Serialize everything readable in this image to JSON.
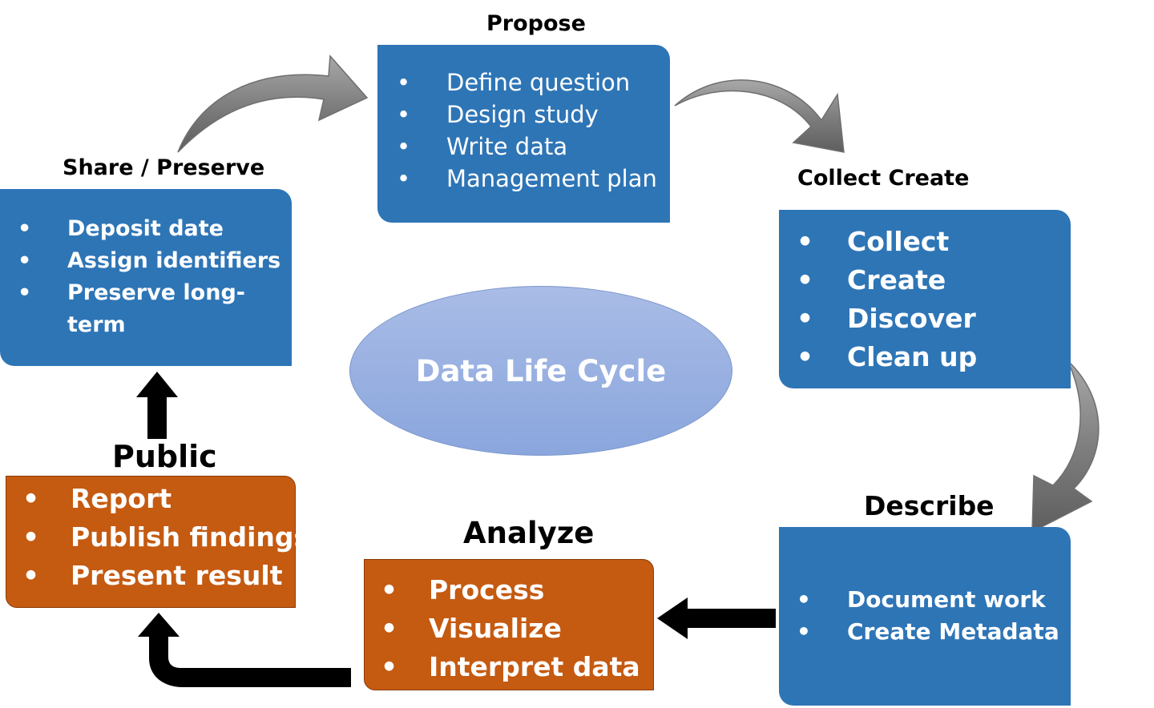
{
  "center": {
    "label": "Data Life Cycle"
  },
  "stages": {
    "propose": {
      "title": "Propose",
      "items": [
        "Define question",
        "Design study",
        "Write data",
        "Management plan"
      ]
    },
    "collect": {
      "title": "Collect Create",
      "items": [
        "Collect",
        "Create",
        "Discover",
        "Clean up"
      ]
    },
    "describe": {
      "title": "Describe",
      "items": [
        "Document work",
        "Create Metadata"
      ]
    },
    "analyze": {
      "title": "Analyze",
      "items": [
        "Process",
        "Visualize",
        "Interpret data"
      ]
    },
    "public": {
      "title": "Public",
      "items": [
        "Report",
        "Publish findings",
        "Present result"
      ]
    },
    "share": {
      "title": "Share / Preserve",
      "items": [
        "Deposit date",
        "Assign identifiers",
        "Preserve long-",
        "term"
      ]
    }
  },
  "bullet": "•",
  "colors": {
    "blue_box": "#2e75b6",
    "orange_box": "#c55a11",
    "ellipse": "#8aa6dd",
    "curved_arrow": "#8c8c8c",
    "straight_arrow": "#000000"
  }
}
